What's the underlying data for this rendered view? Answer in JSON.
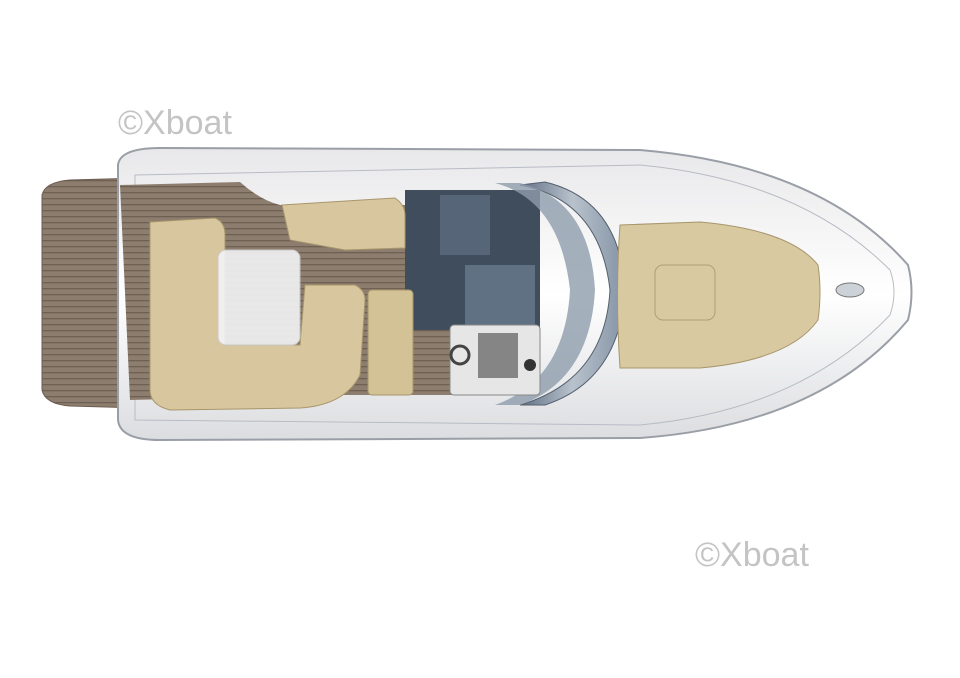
{
  "image": {
    "subject": "boat-deck-plan",
    "watermarks": [
      "©Xboat",
      "©Xboat"
    ]
  },
  "colors": {
    "teak": "#8a7a6a",
    "cushion": "#d9c9a0",
    "hull": "#f4f4f4",
    "windshield": "#7f8ea0",
    "watermark": "#c4c4c4"
  }
}
